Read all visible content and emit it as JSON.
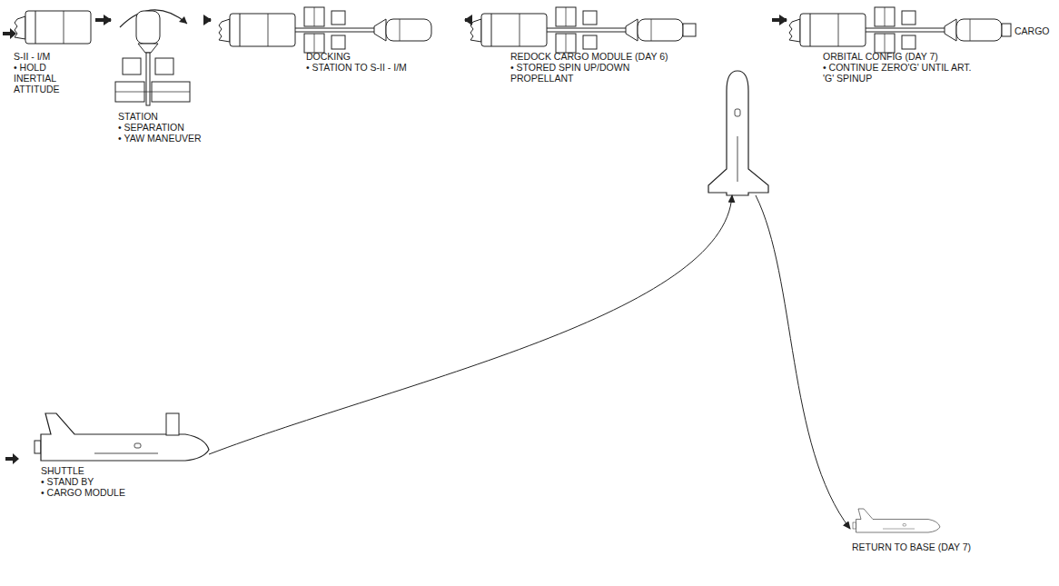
{
  "diagram": {
    "nodes": [
      {
        "text": [
          "S-II - I/M",
          "• HOLD INERTIAL ATTITUDE"
        ]
      },
      {
        "text": [
          "STATION",
          "• SEPARATION",
          "• YAW MANEUVER"
        ]
      },
      {
        "text": [
          "DOCKING",
          "• STATION TO S-II - I/M"
        ]
      },
      {
        "text": [
          "REDOCK CARGO MODULE (DAY 6)",
          "• STORED SPIN UP/DOWN PROPELLANT"
        ]
      },
      {
        "text": [
          "ORBITAL CONFIG (DAY 7)",
          "• CONTINUE ZERO'G' UNTIL ART. 'G' SPINUP"
        ]
      },
      {
        "text": [
          "SHUTTLE",
          "• STAND BY",
          "• CARGO MODULE"
        ]
      },
      {
        "text": [
          "RETURN TO BASE (DAY 7)"
        ]
      }
    ],
    "edges": [
      {
        "from": 0,
        "to": 1,
        "arrow": "to"
      },
      {
        "from": 1,
        "to": 2,
        "arrow": "to"
      },
      {
        "from": 2,
        "to": 3,
        "arrow": "to"
      },
      {
        "from": 3,
        "to": 4,
        "arrow": "to"
      },
      {
        "from": 5,
        "to": 3,
        "arrow": "to"
      },
      {
        "from": 3,
        "to": 6,
        "arrow": "to"
      }
    ],
    "labels": [
      "CARGO"
    ]
  }
}
